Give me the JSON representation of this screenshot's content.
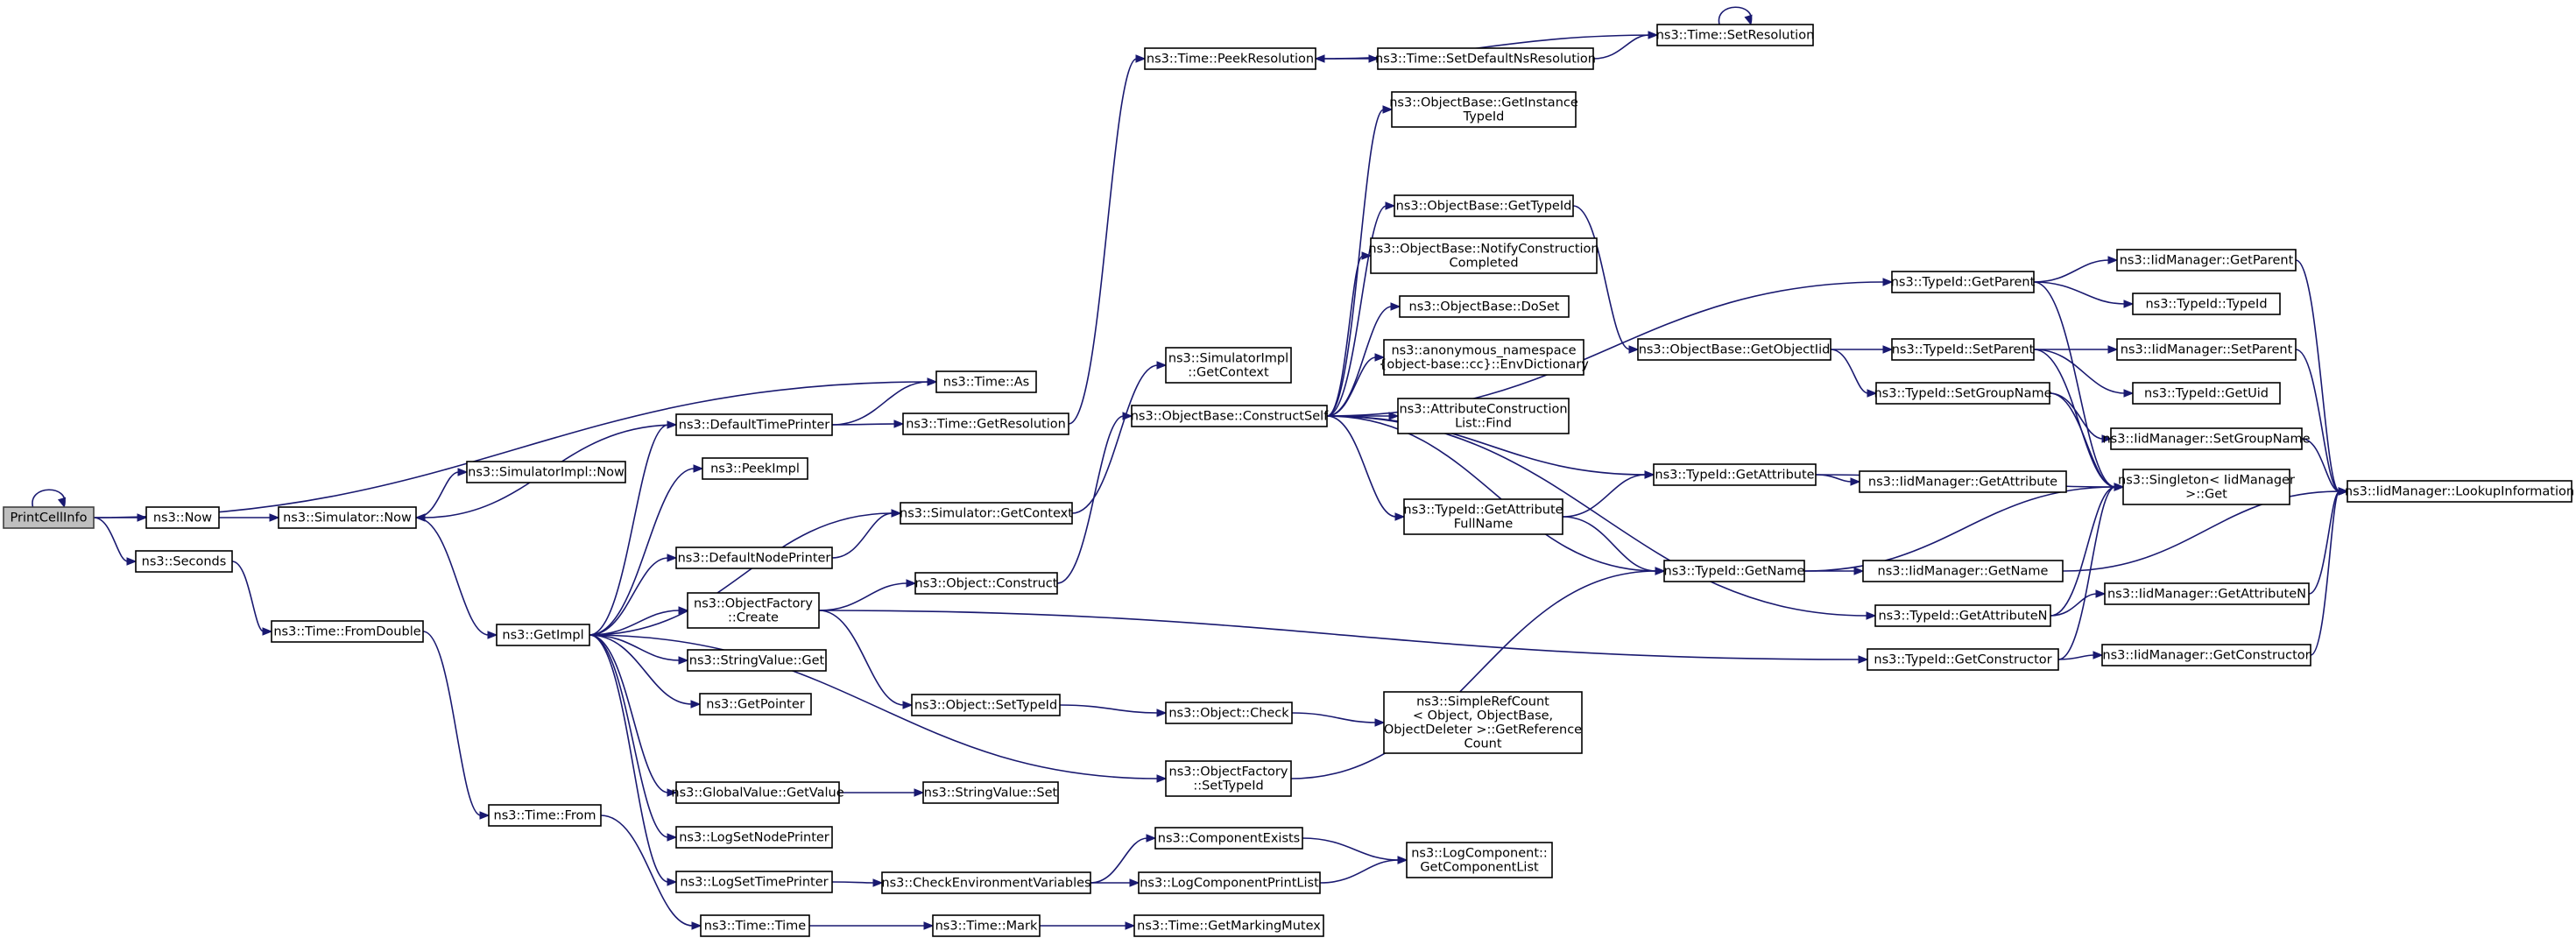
{
  "graph": {
    "nodes": [
      {
        "id": "PrintCellInfo",
        "lines": [
          "PrintCellInfo"
        ],
        "root": true
      },
      {
        "id": "Now",
        "lines": [
          "ns3::Now"
        ]
      },
      {
        "id": "Seconds",
        "lines": [
          "ns3::Seconds"
        ]
      },
      {
        "id": "SimulatorNow",
        "lines": [
          "ns3::Simulator::Now"
        ]
      },
      {
        "id": "SimImplNow",
        "lines": [
          "ns3::SimulatorImpl::Now"
        ]
      },
      {
        "id": "FromDouble",
        "lines": [
          "ns3::Time::FromDouble"
        ]
      },
      {
        "id": "GetImpl",
        "lines": [
          "ns3::GetImpl"
        ]
      },
      {
        "id": "TimeFrom",
        "lines": [
          "ns3::Time::From"
        ]
      },
      {
        "id": "DefaultTimePrinter",
        "lines": [
          "ns3::DefaultTimePrinter"
        ]
      },
      {
        "id": "PeekImpl",
        "lines": [
          "ns3::PeekImpl"
        ]
      },
      {
        "id": "DefaultNodePrinter",
        "lines": [
          "ns3::DefaultNodePrinter"
        ]
      },
      {
        "id": "OFCreate",
        "lines": [
          "ns3::ObjectFactory",
          "::Create"
        ]
      },
      {
        "id": "StringValueGet",
        "lines": [
          "ns3::StringValue::Get"
        ]
      },
      {
        "id": "GetPointer",
        "lines": [
          "ns3::GetPointer"
        ]
      },
      {
        "id": "GVGetValue",
        "lines": [
          "ns3::GlobalValue::GetValue"
        ]
      },
      {
        "id": "LogSetNodePrinter",
        "lines": [
          "ns3::LogSetNodePrinter"
        ]
      },
      {
        "id": "LogSetTimePrinter",
        "lines": [
          "ns3::LogSetTimePrinter"
        ]
      },
      {
        "id": "TimeTime",
        "lines": [
          "ns3::Time::Time"
        ]
      },
      {
        "id": "TimeAs",
        "lines": [
          "ns3::Time::As"
        ]
      },
      {
        "id": "GetResolution",
        "lines": [
          "ns3::Time::GetResolution"
        ]
      },
      {
        "id": "SimGetContext",
        "lines": [
          "ns3::Simulator::GetContext"
        ]
      },
      {
        "id": "ObjConstruct",
        "lines": [
          "ns3::Object::Construct"
        ]
      },
      {
        "id": "ObjSetTypeId",
        "lines": [
          "ns3::Object::SetTypeId"
        ]
      },
      {
        "id": "StringValueSet",
        "lines": [
          "ns3::StringValue::Set"
        ]
      },
      {
        "id": "CheckEnvVars",
        "lines": [
          "ns3::CheckEnvironmentVariables"
        ]
      },
      {
        "id": "TimeMark",
        "lines": [
          "ns3::Time::Mark"
        ]
      },
      {
        "id": "PeekResolution",
        "lines": [
          "ns3::Time::PeekResolution"
        ]
      },
      {
        "id": "SimImplGetContext",
        "lines": [
          "ns3::SimulatorImpl",
          "::GetContext"
        ]
      },
      {
        "id": "ConstructSelf",
        "lines": [
          "ns3::ObjectBase::ConstructSelf"
        ]
      },
      {
        "id": "ObjCheck",
        "lines": [
          "ns3::Object::Check"
        ]
      },
      {
        "id": "OFSetTypeId",
        "lines": [
          "ns3::ObjectFactory",
          "::SetTypeId"
        ]
      },
      {
        "id": "ComponentExists",
        "lines": [
          "ns3::ComponentExists"
        ]
      },
      {
        "id": "LogComponentPrintList",
        "lines": [
          "ns3::LogComponentPrintList"
        ]
      },
      {
        "id": "GetMarkingMutex",
        "lines": [
          "ns3::Time::GetMarkingMutex"
        ]
      },
      {
        "id": "SetDefaultNsResolution",
        "lines": [
          "ns3::Time::SetDefaultNsResolution"
        ]
      },
      {
        "id": "SetResolution",
        "lines": [
          "ns3::Time::SetResolution"
        ]
      },
      {
        "id": "GetInstanceTypeId",
        "lines": [
          "ns3::ObjectBase::GetInstance",
          "TypeId"
        ]
      },
      {
        "id": "OBGetTypeId",
        "lines": [
          "ns3::ObjectBase::GetTypeId"
        ]
      },
      {
        "id": "NotifyConstructionCompleted",
        "lines": [
          "ns3::ObjectBase::NotifyConstruction",
          "Completed"
        ]
      },
      {
        "id": "OBDoSet",
        "lines": [
          "ns3::ObjectBase::DoSet"
        ]
      },
      {
        "id": "EnvDictionary",
        "lines": [
          "ns3::anonymous_namespace",
          "{object-base::cc}::EnvDictionary"
        ]
      },
      {
        "id": "ACListFind",
        "lines": [
          "ns3::AttributeConstruction",
          "List::Find"
        ]
      },
      {
        "id": "GetAttributeFullName",
        "lines": [
          "ns3::TypeId::GetAttribute",
          "FullName"
        ]
      },
      {
        "id": "SimpleRefCount",
        "lines": [
          "ns3::SimpleRefCount",
          "< Object, ObjectBase,",
          "ObjectDeleter >::GetReference",
          "Count"
        ]
      },
      {
        "id": "GetComponentList",
        "lines": [
          "ns3::LogComponent::",
          "GetComponentList"
        ]
      },
      {
        "id": "GetObjectIid",
        "lines": [
          "ns3::ObjectBase::GetObjectIid"
        ]
      },
      {
        "id": "TIGetAttribute",
        "lines": [
          "ns3::TypeId::GetAttribute"
        ]
      },
      {
        "id": "TIGetName",
        "lines": [
          "ns3::TypeId::GetName"
        ]
      },
      {
        "id": "TIGetAttributeN",
        "lines": [
          "ns3::TypeId::GetAttributeN"
        ]
      },
      {
        "id": "TIGetConstructor",
        "lines": [
          "ns3::TypeId::GetConstructor"
        ]
      },
      {
        "id": "TIGetParent",
        "lines": [
          "ns3::TypeId::GetParent"
        ]
      },
      {
        "id": "TISetParent",
        "lines": [
          "ns3::TypeId::SetParent"
        ]
      },
      {
        "id": "TISetGroupName",
        "lines": [
          "ns3::TypeId::SetGroupName"
        ]
      },
      {
        "id": "IidGetParent",
        "lines": [
          "ns3::IidManager::GetParent"
        ]
      },
      {
        "id": "TITypeId",
        "lines": [
          "ns3::TypeId::TypeId"
        ]
      },
      {
        "id": "IidSetParent",
        "lines": [
          "ns3::IidManager::SetParent"
        ]
      },
      {
        "id": "TIGetUid",
        "lines": [
          "ns3::TypeId::GetUid"
        ]
      },
      {
        "id": "IidSetGroupName",
        "lines": [
          "ns3::IidManager::SetGroupName"
        ]
      },
      {
        "id": "SingletonGet",
        "lines": [
          "ns3::Singleton< IidManager",
          ">::Get"
        ]
      },
      {
        "id": "IidGetAttribute",
        "lines": [
          "ns3::IidManager::GetAttribute"
        ]
      },
      {
        "id": "IidGetName",
        "lines": [
          "ns3::IidManager::GetName"
        ]
      },
      {
        "id": "IidGetAttributeN",
        "lines": [
          "ns3::IidManager::GetAttributeN"
        ]
      },
      {
        "id": "IidGetConstructor",
        "lines": [
          "ns3::IidManager::GetConstructor"
        ]
      },
      {
        "id": "LookupInformation",
        "lines": [
          "ns3::IidManager::LookupInformation"
        ]
      }
    ],
    "edges": [
      [
        "PrintCellInfo",
        "PrintCellInfo"
      ],
      [
        "PrintCellInfo",
        "Now"
      ],
      [
        "PrintCellInfo",
        "Seconds"
      ],
      [
        "PrintCellInfo",
        "TimeAs"
      ],
      [
        "Now",
        "SimulatorNow"
      ],
      [
        "Seconds",
        "FromDouble"
      ],
      [
        "SimulatorNow",
        "SimImplNow"
      ],
      [
        "SimulatorNow",
        "GetImpl"
      ],
      [
        "FromDouble",
        "TimeFrom"
      ],
      [
        "TimeFrom",
        "TimeTime"
      ],
      [
        "GetImpl",
        "DefaultTimePrinter"
      ],
      [
        "GetImpl",
        "PeekImpl"
      ],
      [
        "GetImpl",
        "DefaultNodePrinter"
      ],
      [
        "GetImpl",
        "OFCreate"
      ],
      [
        "GetImpl",
        "StringValueGet"
      ],
      [
        "GetImpl",
        "GetPointer"
      ],
      [
        "GetImpl",
        "GVGetValue"
      ],
      [
        "GetImpl",
        "LogSetNodePrinter"
      ],
      [
        "GetImpl",
        "LogSetTimePrinter"
      ],
      [
        "GetImpl",
        "OFSetTypeId"
      ],
      [
        "GetImpl",
        "SimGetContext"
      ],
      [
        "DefaultTimePrinter",
        "SimulatorNow"
      ],
      [
        "DefaultTimePrinter",
        "TimeAs"
      ],
      [
        "DefaultTimePrinter",
        "GetResolution"
      ],
      [
        "DefaultNodePrinter",
        "SimGetContext"
      ],
      [
        "SimGetContext",
        "SimImplGetContext"
      ],
      [
        "GetResolution",
        "PeekResolution"
      ],
      [
        "OFCreate",
        "ObjConstruct"
      ],
      [
        "OFCreate",
        "ObjSetTypeId"
      ],
      [
        "OFCreate",
        "TIGetConstructor"
      ],
      [
        "ObjConstruct",
        "ConstructSelf"
      ],
      [
        "ObjSetTypeId",
        "ObjCheck"
      ],
      [
        "ObjCheck",
        "SimpleRefCount"
      ],
      [
        "GVGetValue",
        "StringValueSet"
      ],
      [
        "LogSetTimePrinter",
        "CheckEnvVars"
      ],
      [
        "CheckEnvVars",
        "ComponentExists"
      ],
      [
        "CheckEnvVars",
        "LogComponentPrintList"
      ],
      [
        "ComponentExists",
        "GetComponentList"
      ],
      [
        "LogComponentPrintList",
        "GetComponentList"
      ],
      [
        "TimeTime",
        "TimeMark"
      ],
      [
        "TimeMark",
        "GetMarkingMutex"
      ],
      [
        "PeekResolution",
        "SetDefaultNsResolution"
      ],
      [
        "SetDefaultNsResolution",
        "SetResolution"
      ],
      [
        "SetResolution",
        "SetResolution"
      ],
      [
        "SetResolution",
        "PeekResolution"
      ],
      [
        "OFSetTypeId",
        "TIGetName"
      ],
      [
        "ConstructSelf",
        "GetInstanceTypeId"
      ],
      [
        "ConstructSelf",
        "OBGetTypeId"
      ],
      [
        "ConstructSelf",
        "NotifyConstructionCompleted"
      ],
      [
        "ConstructSelf",
        "OBDoSet"
      ],
      [
        "ConstructSelf",
        "EnvDictionary"
      ],
      [
        "ConstructSelf",
        "ACListFind"
      ],
      [
        "ConstructSelf",
        "GetAttributeFullName"
      ],
      [
        "ConstructSelf",
        "TIGetAttribute"
      ],
      [
        "ConstructSelf",
        "TIGetName"
      ],
      [
        "ConstructSelf",
        "TIGetAttributeN"
      ],
      [
        "ConstructSelf",
        "TIGetParent"
      ],
      [
        "OBGetTypeId",
        "GetObjectIid"
      ],
      [
        "GetObjectIid",
        "TISetParent"
      ],
      [
        "GetObjectIid",
        "TISetGroupName"
      ],
      [
        "GetAttributeFullName",
        "TIGetAttribute"
      ],
      [
        "GetAttributeFullName",
        "TIGetName"
      ],
      [
        "TIGetParent",
        "IidGetParent"
      ],
      [
        "TIGetParent",
        "TITypeId"
      ],
      [
        "TIGetParent",
        "SingletonGet"
      ],
      [
        "TISetParent",
        "IidSetParent"
      ],
      [
        "TISetParent",
        "TIGetUid"
      ],
      [
        "TISetParent",
        "SingletonGet"
      ],
      [
        "TISetGroupName",
        "IidSetGroupName"
      ],
      [
        "TISetGroupName",
        "SingletonGet"
      ],
      [
        "TIGetAttribute",
        "IidGetAttribute"
      ],
      [
        "TIGetAttribute",
        "SingletonGet"
      ],
      [
        "TIGetName",
        "IidGetName"
      ],
      [
        "TIGetName",
        "SingletonGet"
      ],
      [
        "TIGetAttributeN",
        "IidGetAttributeN"
      ],
      [
        "TIGetAttributeN",
        "SingletonGet"
      ],
      [
        "TIGetConstructor",
        "IidGetConstructor"
      ],
      [
        "TIGetConstructor",
        "SingletonGet"
      ],
      [
        "IidGetParent",
        "LookupInformation"
      ],
      [
        "IidSetParent",
        "LookupInformation"
      ],
      [
        "IidSetGroupName",
        "LookupInformation"
      ],
      [
        "IidGetName",
        "LookupInformation"
      ],
      [
        "IidGetAttributeN",
        "LookupInformation"
      ],
      [
        "IidGetConstructor",
        "LookupInformation"
      ]
    ]
  }
}
